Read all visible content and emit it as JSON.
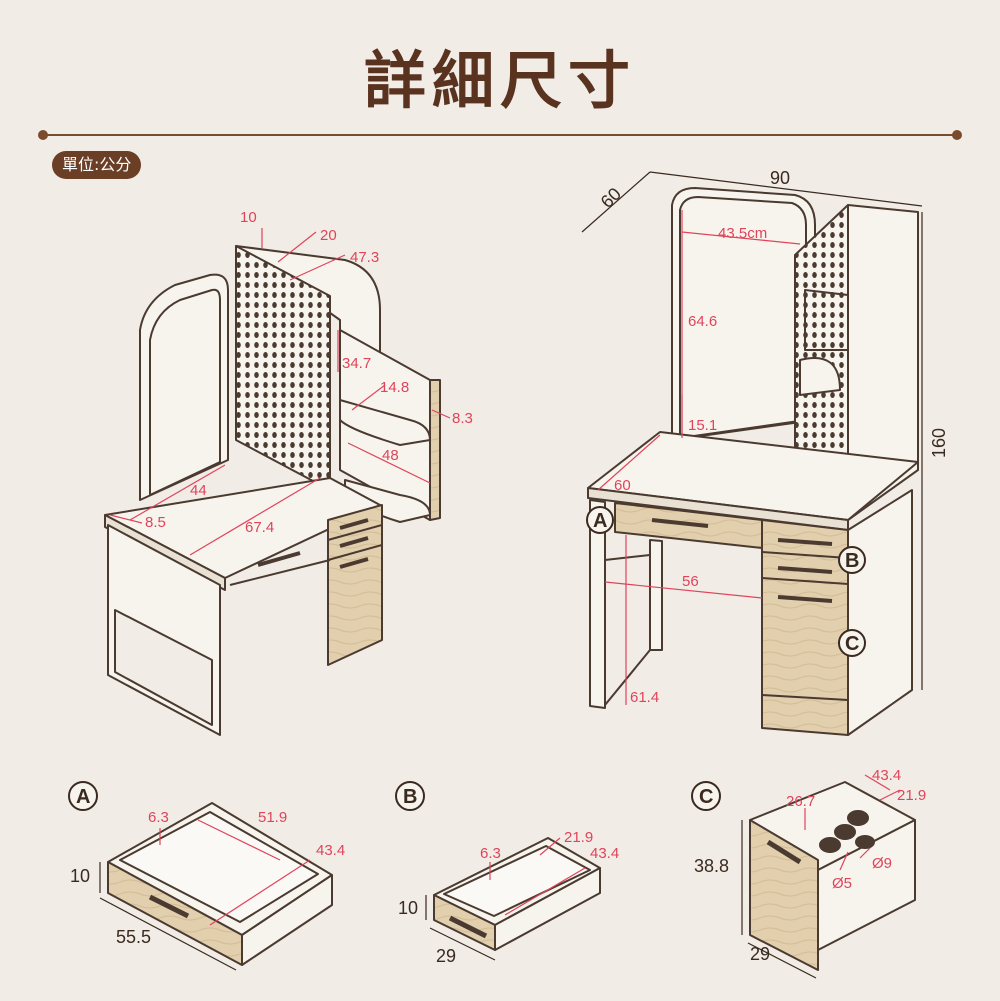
{
  "title": "詳細尺寸",
  "unit_label": "單位:公分",
  "left_view": {
    "dims": [
      "10",
      "20",
      "47.3",
      "34.7",
      "14.8",
      "8.3",
      "48",
      "44",
      "8.5",
      "67.4"
    ]
  },
  "right_view": {
    "dims": [
      "90",
      "60",
      "43.5cm",
      "64.6",
      "15.1",
      "160",
      "60",
      "56",
      "61.4"
    ],
    "markers": [
      "A",
      "B",
      "C"
    ]
  },
  "drawer_a": {
    "marker": "A",
    "dims": [
      "6.3",
      "51.9",
      "43.4",
      "10",
      "55.5"
    ]
  },
  "drawer_b": {
    "marker": "B",
    "dims": [
      "6.3",
      "21.9",
      "43.4",
      "10",
      "29"
    ]
  },
  "drawer_c": {
    "marker": "C",
    "dims": [
      "43.4",
      "26.7",
      "21.9",
      "Ø9",
      "Ø5",
      "38.8",
      "29"
    ]
  },
  "colors": {
    "dimension": "#e0445b",
    "wood": "#e2cfae",
    "board": "#f7f4ee",
    "frame": "#4a3a30",
    "title": "#5a3220",
    "background": "#f1ece6"
  }
}
